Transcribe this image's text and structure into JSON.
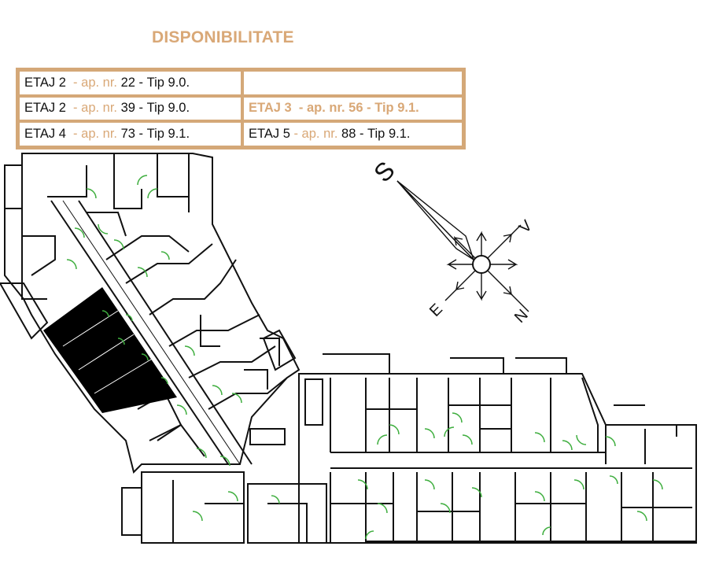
{
  "title": {
    "text": "DISPONIBILITATE",
    "color": "#d9a877"
  },
  "table": {
    "border_color": "#d4a878",
    "rows": [
      [
        {
          "floor": "ETAJ 2",
          "sep1": "  - ap. nr. ",
          "num": "22",
          "sep2": " - ",
          "type": "Tip 9.0.",
          "highlight": false
        },
        null
      ],
      [
        {
          "floor": "ETAJ 2",
          "sep1": "  - ap. nr. ",
          "num": "39",
          "sep2": " - ",
          "type": "Tip 9.0.",
          "highlight": false
        },
        {
          "floor": "ETAJ 3",
          "sep1": "  - ap. nr. ",
          "num": "56",
          "sep2": " - ",
          "type": "Tip 9.1.",
          "highlight": true
        }
      ],
      [
        {
          "floor": "ETAJ 4",
          "sep1": "  - ap. nr. ",
          "num": "73",
          "sep2": " - ",
          "type": "Tip 9.1.",
          "highlight": false
        },
        {
          "floor": "ETAJ 5",
          "sep1": " - ap. nr. ",
          "num": "88",
          "sep2": " - ",
          "type": "Tip 9.1.",
          "highlight": false
        }
      ]
    ]
  },
  "compass": {
    "south": "S",
    "west": "V",
    "east": "E",
    "north": "N"
  },
  "plan": {
    "wall_color": "#111111",
    "door_color": "#3fae3f",
    "fill_color": "#000000"
  }
}
